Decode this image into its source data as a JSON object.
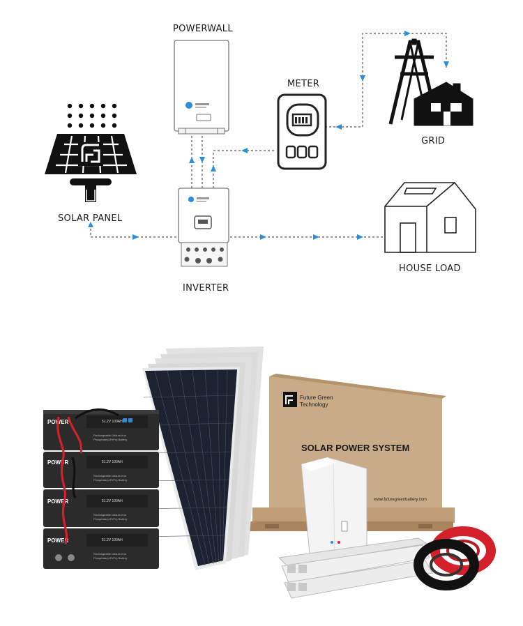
{
  "diagram": {
    "labels": {
      "powerwall": "POWERWALL",
      "meter": "METER",
      "grid": "GRID",
      "solar_panel": "SOLAR PANEL",
      "house_load": "HOUSE LOAD",
      "inverter": "INVERTER"
    },
    "colors": {
      "line": "#555555",
      "arrow": "#2a8fd8",
      "icon": "#1a1a1a"
    }
  },
  "product": {
    "box_title": "SOLAR POWER SYSTEM",
    "brand_line1": "Future Green",
    "brand_line2": "Technology",
    "website": "www.futuregreenbattery.com",
    "battery_model": "51.2V 100AH",
    "battery_desc_line1": "Rechargeable Lithium Iron",
    "battery_desc_line2": "Phosphate(LiFePo) Battery",
    "battery_brand": "POWER",
    "colors": {
      "box": "#c9ab87",
      "battery": "#2b2b2b",
      "cable_red": "#d4202a",
      "cable_black": "#111111",
      "panel": "#1c2230"
    }
  }
}
